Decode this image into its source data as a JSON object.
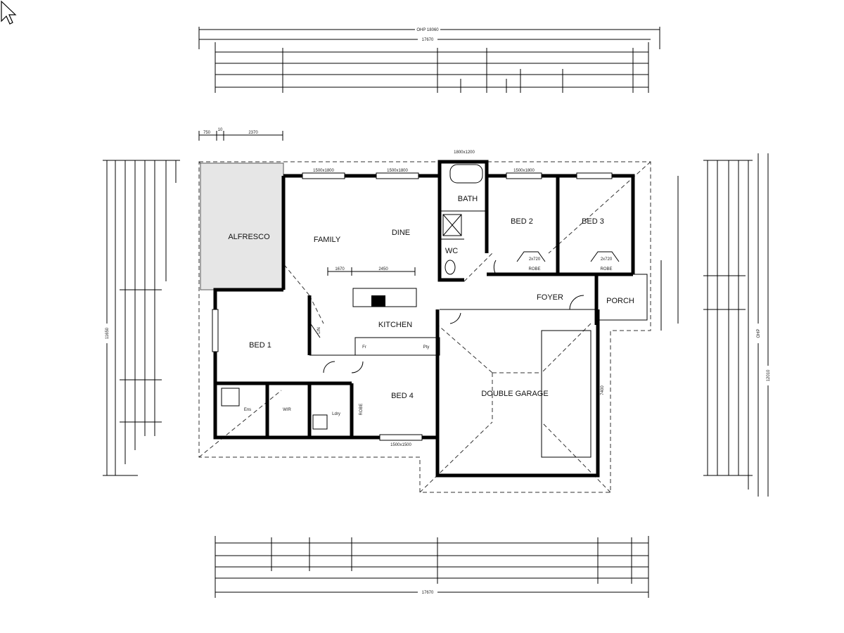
{
  "rooms": {
    "alfresco": "ALFRESCO",
    "family": "FAMILY",
    "dine": "DINE",
    "bath": "BATH",
    "wc": "WC",
    "bed2": "BED 2",
    "bed3": "BED 3",
    "robe2": "ROBE",
    "robe3": "ROBE",
    "foyer": "FOYER",
    "porch": "PORCH",
    "kitchen": "KITCHEN",
    "bed1": "BED 1",
    "linen": "LIN",
    "ens": "Ens",
    "wir": "WIR",
    "ldry": "Ldry",
    "robe4": "ROBE",
    "bed4": "BED 4",
    "garage": "DOUBLE GARAGE",
    "fridge": "Fr",
    "pantry": "Pty"
  },
  "dimensions": {
    "top_overall": "OHP 18060",
    "top_total": "17670",
    "bottom_total": "17670",
    "right_overall": "OHP",
    "left_total": "11650",
    "right_total": "12010",
    "window_1": "1500x1800",
    "window_2": "1500x1800",
    "window_3": "1500x1800",
    "window_bath": "1800x1200",
    "window_bed4": "1500x1500",
    "robe_dim": "2x720",
    "kitchen_width": "2450",
    "kitchen_offset": "1670",
    "garage_depth": "7400",
    "alfresco_dims": [
      "750",
      "10",
      "2370"
    ]
  }
}
